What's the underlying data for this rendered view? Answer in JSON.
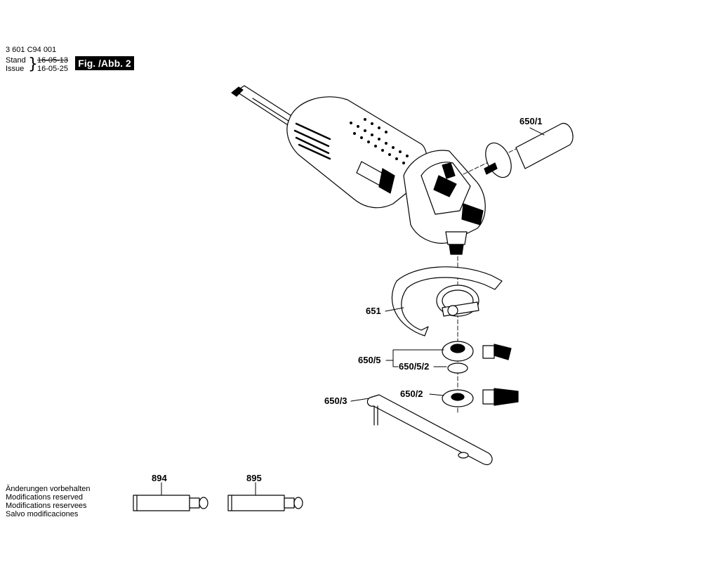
{
  "header": {
    "part_number": "3 601 C94 001",
    "stand_label": "Stand",
    "stand_date": "16-05-13",
    "issue_label": "Issue",
    "issue_date": "16-05-25",
    "figure_label": "Fig. /Abb. 2"
  },
  "parts": {
    "p650_1": "650/1",
    "p651": "651",
    "p650_5": "650/5",
    "p650_5_2": "650/5/2",
    "p650_2": "650/2",
    "p650_3": "650/3",
    "p894": "894",
    "p895": "895"
  },
  "notes": [
    "Änderungen vorbehalten",
    "Modifications reserved",
    "Modifications reservees",
    "Salvo modificaciones"
  ],
  "colors": {
    "ink": "#000000",
    "paper": "#ffffff"
  }
}
